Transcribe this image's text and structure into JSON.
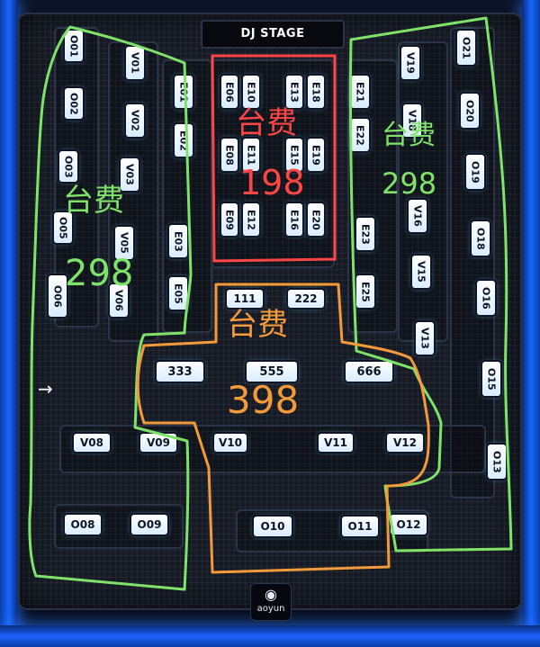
{
  "stage_label": "DJ STAGE",
  "logo": {
    "text": "aoyun",
    "icon": "mask-icon"
  },
  "colors": {
    "green_zone": "#7fe36a",
    "red_zone": "#ff4545",
    "orange_zone": "#f39a3a",
    "frame_blue": "#1667ff"
  },
  "zones": [
    {
      "id": "left",
      "label": "台费",
      "price": "298"
    },
    {
      "id": "center_front",
      "label": "台费",
      "price": "198"
    },
    {
      "id": "right",
      "label": "台费",
      "price": "298"
    },
    {
      "id": "center_dance",
      "label": "台费",
      "price": "398"
    }
  ],
  "tables": {
    "O01": "O01",
    "O02": "O02",
    "O03": "O03",
    "O05": "O05",
    "O06": "O06",
    "V01": "V01",
    "V02": "V02",
    "V03": "V03",
    "V05": "V05",
    "V06": "V06",
    "E01": "E01",
    "E02": "E02",
    "E03": "E03",
    "E05": "E05",
    "E06": "E06",
    "E10": "E10",
    "E13": "E13",
    "E18": "E18",
    "E08": "E08",
    "E11": "E11",
    "E15": "E15",
    "E19": "E19",
    "E09": "E09",
    "E12": "E12",
    "E16": "E16",
    "E20": "E20",
    "E21": "E21",
    "E22": "E22",
    "E23": "E23",
    "E25": "E25",
    "V19": "V19",
    "V18": "V18",
    "V16": "V16",
    "V15": "V15",
    "V13": "V13",
    "O21": "O21",
    "O20": "O20",
    "O19": "O19",
    "O18": "O18",
    "O16": "O16",
    "O15": "O15",
    "O13": "O13",
    "T111": "111",
    "T222": "222",
    "T333": "333",
    "T555": "555",
    "T666": "666",
    "V08": "V08",
    "V09": "V09",
    "V10": "V10",
    "V11": "V11",
    "V12": "V12",
    "O08": "O08",
    "O09": "O09",
    "O10": "O10",
    "O11": "O11",
    "O12": "O12"
  }
}
